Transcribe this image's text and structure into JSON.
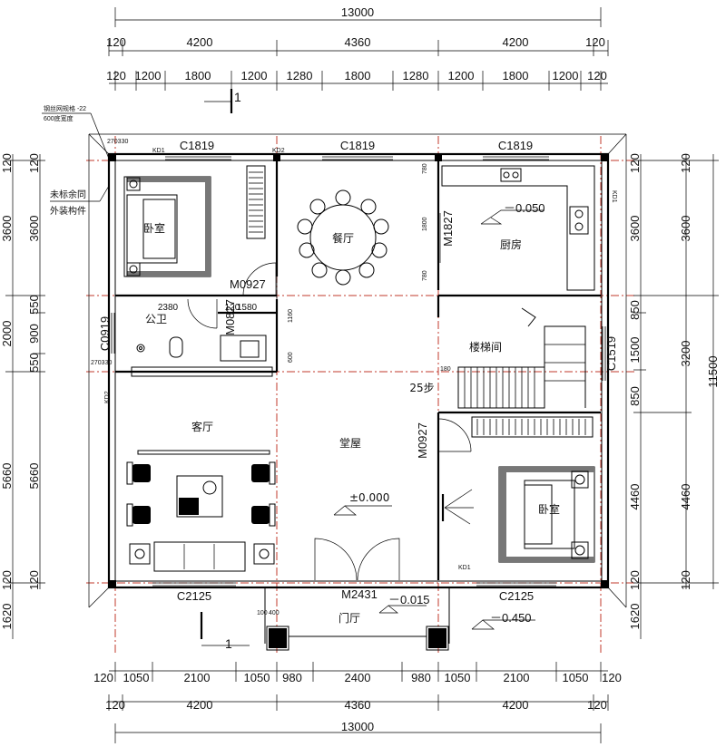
{
  "dims": {
    "top_total": "13000",
    "top_row2": [
      "120",
      "4200",
      "4360",
      "4200",
      "120"
    ],
    "top_row3": [
      "120",
      "1200",
      "1800",
      "1200",
      "1280",
      "1800",
      "1280",
      "1200",
      "1800",
      "1200",
      "120"
    ],
    "bottom_row1": [
      "120",
      "1050",
      "2100",
      "1050",
      "980",
      "2400",
      "980",
      "1050",
      "2100",
      "1050",
      "120"
    ],
    "bottom_row2": [
      "120",
      "4200",
      "4360",
      "4200",
      "120"
    ],
    "bottom_total": "13000",
    "left_outer": [
      "120",
      "3600",
      "2000",
      "5660",
      "120",
      "1620"
    ],
    "left_inner": [
      "120",
      "3600",
      "550",
      "900",
      "550",
      "5660",
      "120"
    ],
    "right_inner": [
      "120",
      "3600",
      "850",
      "1500",
      "850",
      "4460",
      "120",
      "1620"
    ],
    "right_mid": [
      "3600",
      "3200",
      "4460"
    ],
    "right_total": "11500"
  },
  "rooms": {
    "bedroom_nw": "卧室",
    "dining": "餐厅",
    "kitchen": "厨房",
    "bathroom": "公卫",
    "stairwell": "楼梯间",
    "living": "客厅",
    "hall": "堂屋",
    "bedroom_se": "卧室",
    "entry": "门厅"
  },
  "openings": {
    "win_top1": "C1819",
    "win_top2": "C1819",
    "win_top3": "C1819",
    "win_bot1": "C2125",
    "win_bot2": "C2125",
    "win_bath": "C0919",
    "win_stair": "C1519",
    "door_bedroom": "M0927",
    "door_bath": "M0827",
    "door_kitchen": "M1827",
    "door_bedroom_se": "M0927",
    "door_main": "M2431"
  },
  "levels": {
    "kitchen": "－0.050",
    "hall": "±0.000",
    "entry": "－0.015",
    "outside": "－0.450"
  },
  "notes": {
    "stairs": "25步",
    "section_mark": "1",
    "annot1": "钢丝网规格 -22",
    "annot2": "600底宽度",
    "annot3": "未标余同",
    "annot4": "外装构件",
    "kd1": "KD1",
    "kd2": "KD2",
    "dim_2380": "2380",
    "dim_1580": "1580",
    "dim_120": "120",
    "dim_1160": "1160",
    "dim_600": "600",
    "dim_270330": "270330",
    "dim_780": "780",
    "dim_1800": "1800",
    "dim_180": "180",
    "dim_100": "100",
    "dim_400": "400"
  }
}
